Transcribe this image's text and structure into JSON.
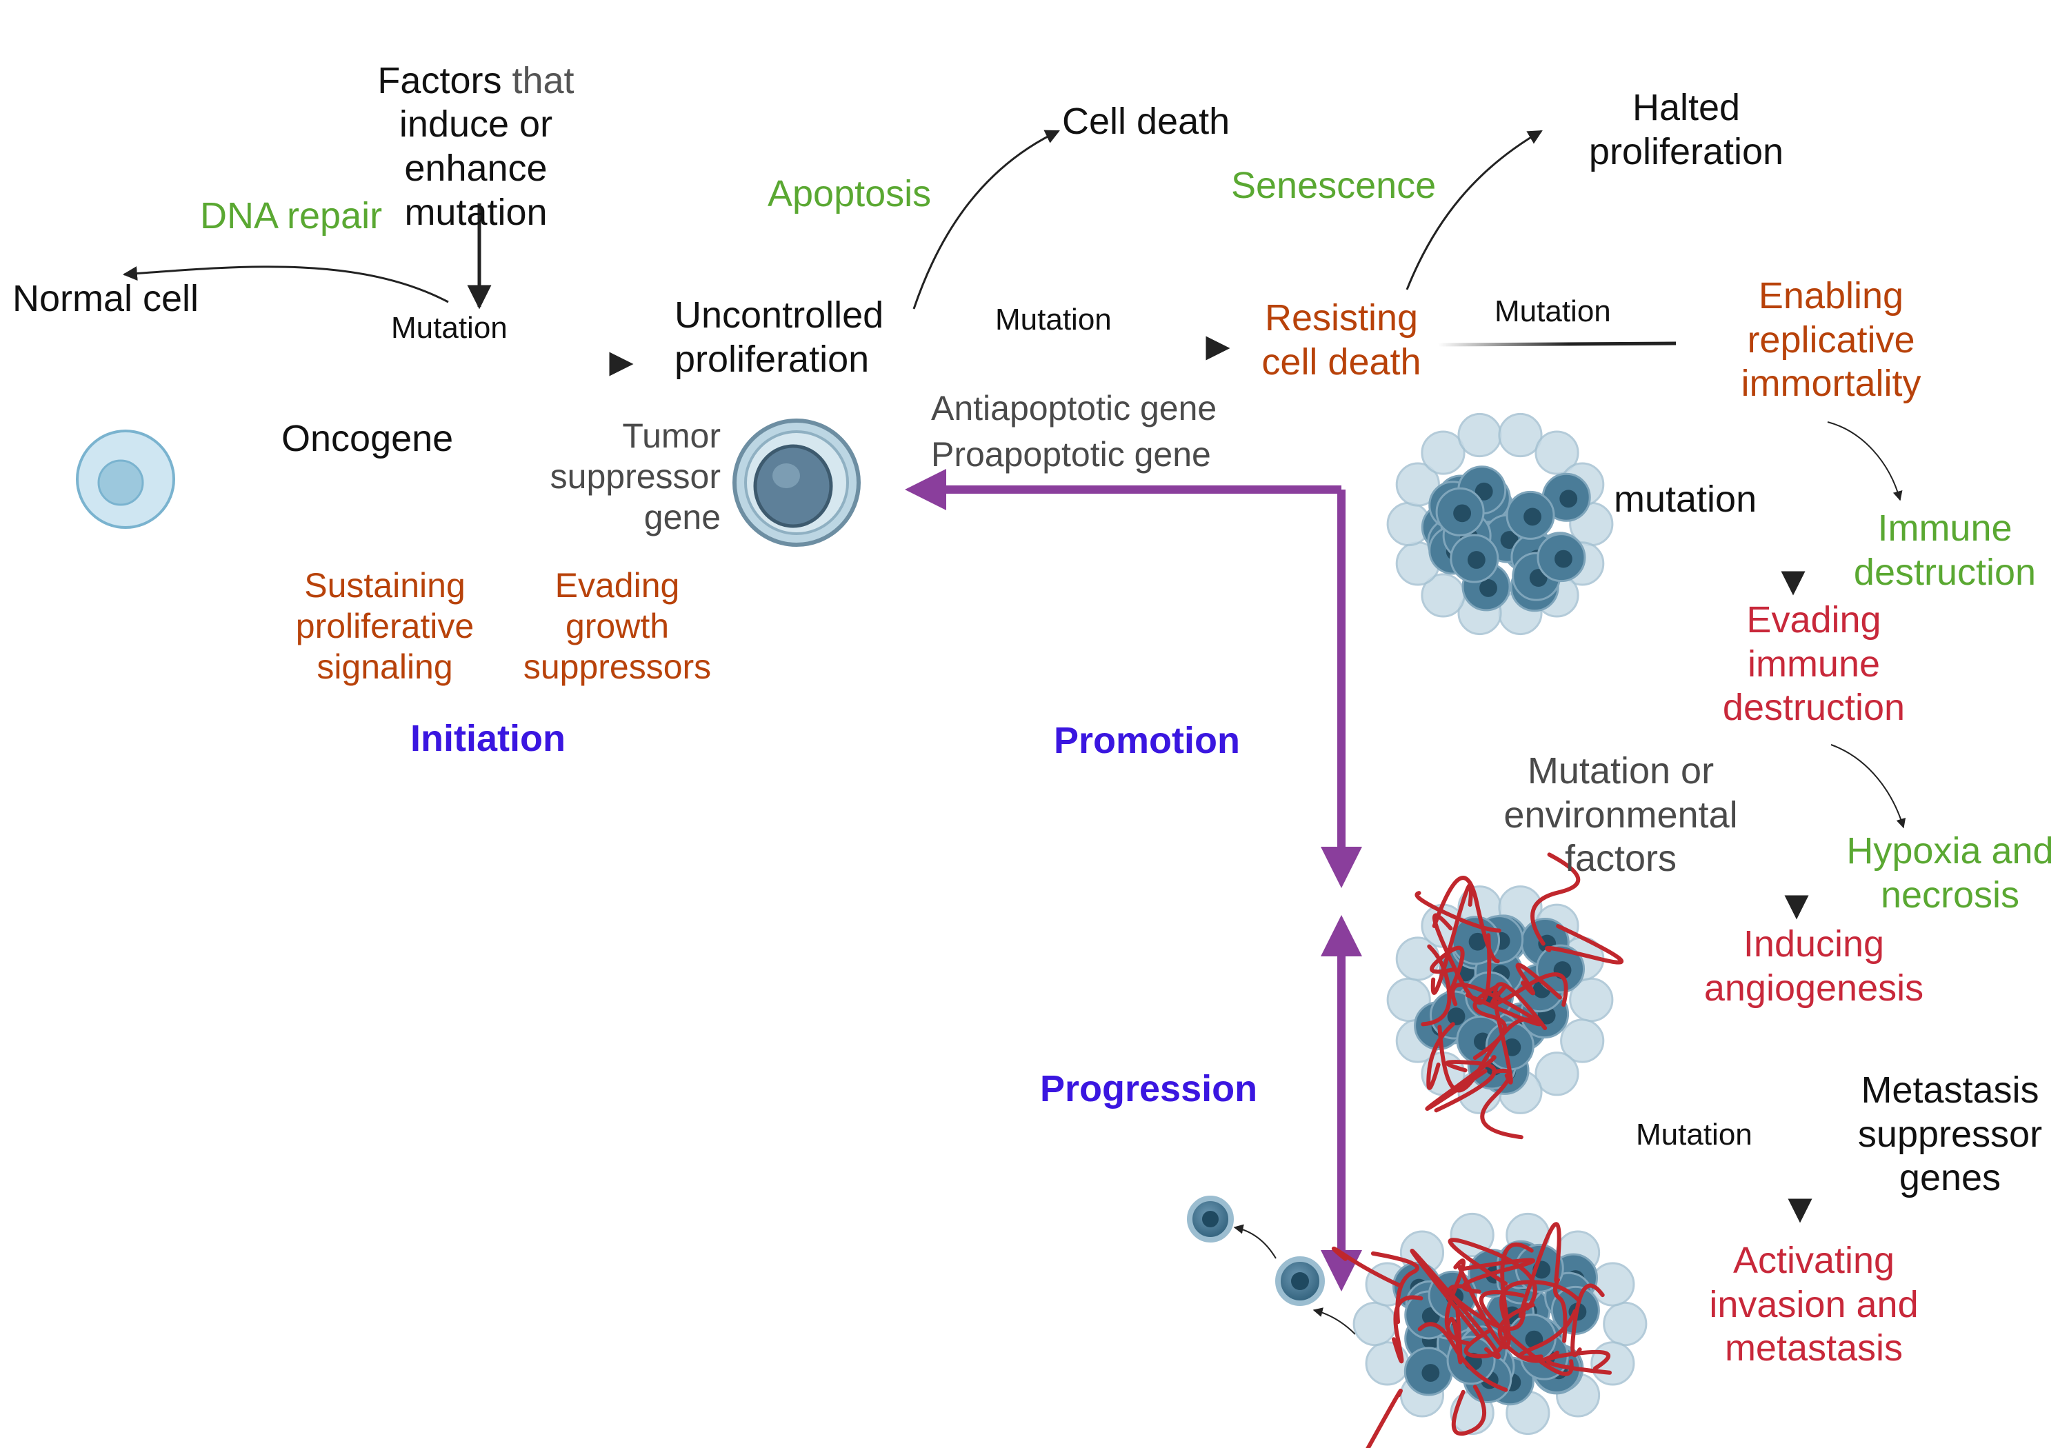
{
  "colors": {
    "black": "#111111",
    "gray": "#4a4a4a",
    "green": "#5aa832",
    "orange_red": "#b8420a",
    "red": "#c8283a",
    "stage_blue": "#3a16e0",
    "purple": "#8a3e9c",
    "cell_blue": "#3e7390",
    "vessel_red": "#c0272d"
  },
  "labels": {
    "factors_a": "Factors",
    "factors_b": "that",
    "factors_rest": "induce or\nenhance\nmutation",
    "dna_repair": "DNA repair",
    "normal_cell": "Normal cell",
    "mutation_1": "Mutation",
    "oncogene": "Oncogene",
    "tumor_suppressor": "Tumor\nsuppressor\ngene",
    "sustaining": "Sustaining\nproliferative\nsignaling",
    "evading_growth": "Evading\ngrowth\nsuppressors",
    "initiation": "Initiation",
    "apoptosis": "Apoptosis",
    "cell_death": "Cell death",
    "uncontrolled": "Uncontrolled\nproliferation",
    "mutation_2": "Mutation",
    "antiapoptotic": "Antiapoptotic gene",
    "proapoptotic": "Proapoptotic gene",
    "senescence": "Senescence",
    "halted": "Halted\nproliferation",
    "resisting": "Resisting\ncell death",
    "mutation_3": "Mutation",
    "enabling": "Enabling\nreplicative\nimmortality",
    "mutation_lower": "mutation",
    "immune_destruction": "Immune\ndestruction",
    "evading_immune": "Evading\nimmune\ndestruction",
    "promotion": "Promotion",
    "mutation_env": "Mutation or\nenvironmental\nfactors",
    "hypoxia": "Hypoxia and\nnecrosis",
    "angiogenesis": "Inducing\nangiogenesis",
    "progression": "Progression",
    "metastasis_suppressor": "Metastasis\nsuppressor\ngenes",
    "mutation_4": "Mutation",
    "activating": "Activating\ninvasion and\nmetastasis"
  },
  "icons": {
    "normal_cell": "normal-cell-icon",
    "tumor_cell": "tumor-cell-icon",
    "cell_cluster": "tumor-cluster-icon",
    "vascular_tumor": "vascularized-tumor-icon",
    "metastatic_tumor": "metastatic-tumor-icon"
  }
}
